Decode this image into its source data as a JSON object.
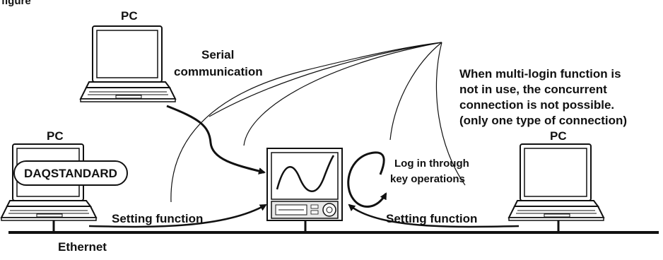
{
  "top_left_partial_text": "figure",
  "labels": {
    "pc_top": "PC",
    "pc_left": "PC",
    "pc_right": "PC",
    "serial_line1": "Serial",
    "serial_line2": "communication",
    "note_line1": "When multi-login function is",
    "note_line2": "not in use, the concurrent",
    "note_line3": "connection is not possible.",
    "note_line4": "(only one type of connection)",
    "daqstandard": "DAQSTANDARD",
    "setting_left": "Setting function",
    "setting_right": "Setting function",
    "login_line1": "Log in through",
    "login_line2": "key operations",
    "ethernet": "Ethernet"
  },
  "colors": {
    "stroke": "#111111",
    "screen_fill": "#ffffff",
    "device_panel": "#e8e8e8"
  }
}
